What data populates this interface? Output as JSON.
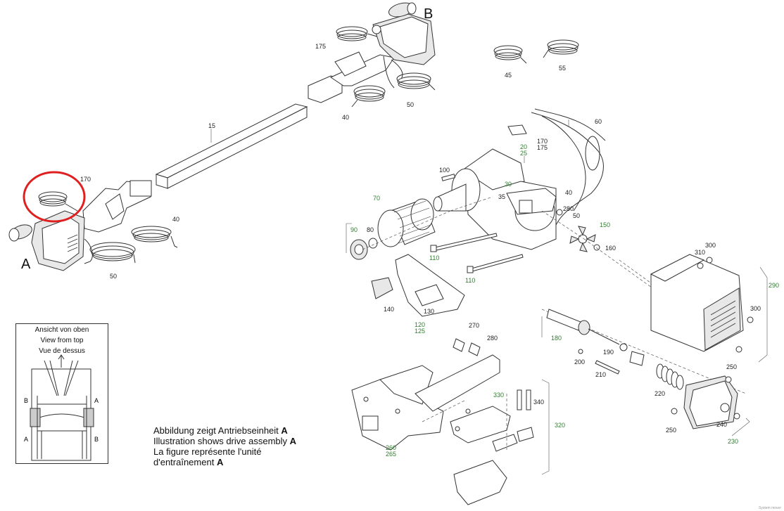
{
  "assembly_labels": {
    "a": "A",
    "b": "B"
  },
  "part_numbers": {
    "p15": "15",
    "p170a": "170",
    "p40a": "40",
    "p50a": "50",
    "p175": "175",
    "p40b": "40",
    "p50b": "50",
    "p45": "45",
    "p55": "55",
    "p60": "60",
    "p170b": "170",
    "p175b": "175",
    "p20": "20",
    "p25": "25",
    "p100": "100",
    "p30": "30",
    "p35": "35",
    "p40c": "40",
    "p280a": "280",
    "p50c": "50",
    "p70": "70",
    "p90": "90",
    "p80": "80",
    "p110a": "110",
    "p110b": "110",
    "p150": "150",
    "p160": "160",
    "p310": "310",
    "p300a": "300",
    "p290": "290",
    "p300b": "300",
    "p140": "140",
    "p130": "130",
    "p120": "120",
    "p125": "125",
    "p270": "270",
    "p280b": "280",
    "p180": "180",
    "p190": "190",
    "p200": "200",
    "p210": "210",
    "p220": "220",
    "p250a": "250",
    "p250b": "250",
    "p240": "240",
    "p230": "230",
    "p330": "330",
    "p340": "340",
    "p320": "320",
    "p260": "260",
    "p265": "265"
  },
  "inset": {
    "title_de": "Ansicht von oben",
    "title_en": "View from top",
    "title_fr": "Vue de dessus",
    "side_a": "A",
    "side_b": "B"
  },
  "caption": {
    "line_de": "Abbildung zeigt Antriebseinheit ",
    "line_en": "Illustration shows drive assembly ",
    "line_fr1": "La figure représente l'unité",
    "line_fr2": "d'entraînement ",
    "bold_letter": "A"
  },
  "highlight": {
    "color": "#e02020",
    "target": "170"
  },
  "colors": {
    "black_label": "#222222",
    "green_label": "#2f7d2f"
  },
  "footer": "System mover"
}
